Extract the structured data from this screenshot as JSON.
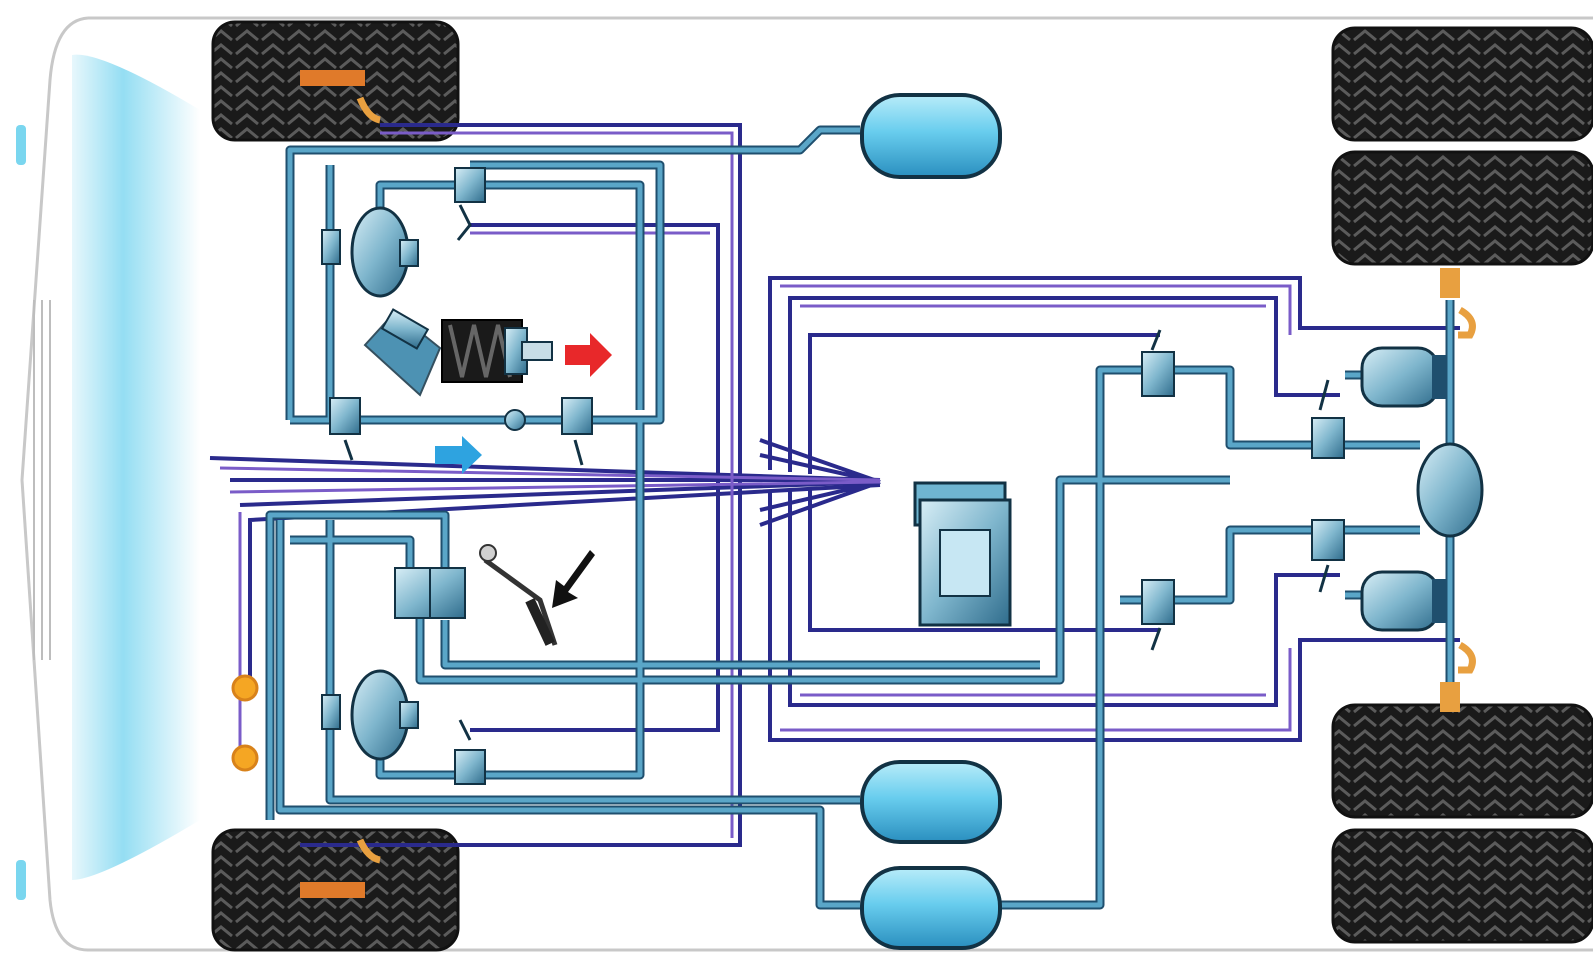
{
  "diagram": {
    "subject": "truck-air-brake-system-schematic",
    "components": {
      "wheels": 6,
      "air_receivers": 3,
      "brake_chambers_front": 2,
      "brake_chambers_rear": 2,
      "relay_valves": 8,
      "compressor": 1,
      "brake_pedal_valve": 1,
      "differential": 1
    },
    "arrows": {
      "compressor_output": "#e8282a",
      "air_flow": "#2ea3e0",
      "pedal_press": "#111111"
    },
    "colors": {
      "pipe_light": "#5aa6c8",
      "pipe_dark": "#1f4f6e",
      "line_navy": "#2a2a8c",
      "line_purple": "#7a5cc8",
      "tank_fill": "#68cdee",
      "tire": "#1a1a1a",
      "body_outline": "#c8c8c8",
      "windshield": "#8fdcf2"
    }
  }
}
